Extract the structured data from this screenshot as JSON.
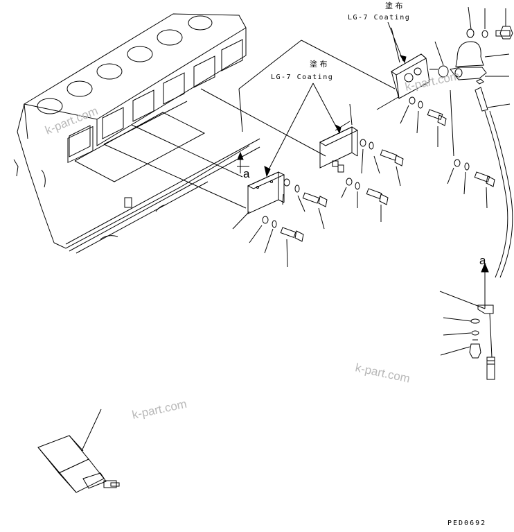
{
  "coating_labels": [
    {
      "jp": "塗 布",
      "en": "LG-7 Coating"
    },
    {
      "jp": "塗 布",
      "en": "LG-7 Coating"
    }
  ],
  "view_refs": [
    "a",
    "a"
  ],
  "watermarks": [
    "k-part.com",
    "k-part.com",
    "k-part.com",
    "k-part.com"
  ],
  "drawing_code": "PED0692"
}
